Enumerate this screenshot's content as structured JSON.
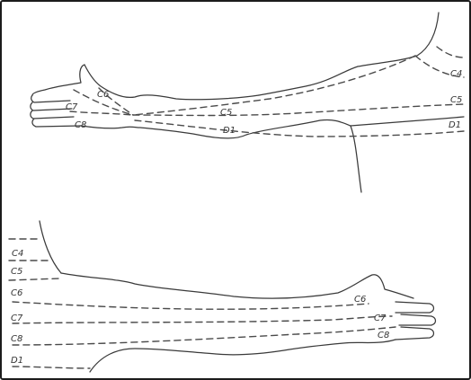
{
  "upper_arm_labels": {
    "c4": "C4",
    "c5_shoulder": "C5",
    "d1_shoulder": "D1",
    "c5_mid": "C5",
    "d1_mid": "D1",
    "c6_hand": "C6",
    "c7_hand": "C7",
    "c8_hand": "C8"
  },
  "lower_arm_labels": {
    "c4": "C4",
    "c5": "C5",
    "c6": "C6",
    "c7": "C7",
    "c8": "C8",
    "d1": "D1",
    "c6_hand": "C6",
    "c7_hand": "C7",
    "c8_hand": "C8"
  },
  "colors": {
    "line": "#3a3a3a",
    "frame": "#1c1c1c",
    "background": "#ffffff"
  }
}
